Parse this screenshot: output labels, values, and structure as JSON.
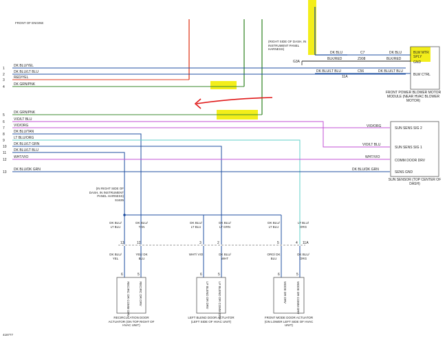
{
  "top_label": "FRONT OF ENGINE",
  "doc_id": "418777",
  "left_wires": [
    {
      "num": "1",
      "label": "DK BLU/YEL"
    },
    {
      "num": "2",
      "label": "DK BLU/LT BLU"
    },
    {
      "num": "3",
      "label": "RED/YEL"
    },
    {
      "num": "4",
      "label": "DK GRN/PNK"
    },
    {
      "num": "5",
      "label": "DK GRN/PNK"
    },
    {
      "num": "6",
      "label": "VIO/LT BLU"
    },
    {
      "num": "7",
      "label": "VIO/ORG"
    },
    {
      "num": "8",
      "label": "DK BLU/TAN"
    },
    {
      "num": "9",
      "label": "LT BLU/ORG"
    },
    {
      "num": "10",
      "label": "DK BLU/LT GRN"
    },
    {
      "num": "11",
      "label": "DK BLU/LT BLU"
    },
    {
      "num": "12",
      "label": "WHT/VIO"
    },
    {
      "num": "13",
      "label": "DK BLU/DK GRN"
    }
  ],
  "dash_note": "(RIGHT SIDE OF DASH, IN INSTRUMENT PANEL HARNESS)",
  "g3a": "G3A",
  "c7": "C7",
  "z908": "Z908",
  "c56": "C56",
  "mid_labels": {
    "a": "DK BLU",
    "b": "BLK/RED",
    "c": "DK BLU/LT BLU",
    "d": "11A"
  },
  "right_labels": {
    "a": "DK BLU",
    "b": "BLK/RED",
    "c": "DK BLU/LT BLU"
  },
  "blower_module": {
    "pins": [
      "BLW MTR",
      "SPLY",
      "GND",
      "BLW CTRL"
    ],
    "caption": "FRONT POWER BLOWER MOTOR MODULE (NEAR HVAC BLOWER MOTOR)"
  },
  "sun_sensor": {
    "pins": [
      "SUN SENS SIG 2",
      "SUN SENS SIG 1",
      "COMM DOOR DRV",
      "SENS GND"
    ],
    "wire_labels": [
      "VIO/ORG",
      "VIO/LT BLU",
      "WHT/VIO",
      "DK BLU/DK GRN"
    ],
    "caption": "SUN SENSOR (TOP CENTER OF DASH)"
  },
  "splice_note": "(IN RIGHT SIDE OF DASH, IN INSTRUMENT PANEL HARNESS) S1635",
  "upper_wire_labels": [
    "DK BLU/ LT BLU",
    "DK BLU/ TAN",
    "DK BLU/ LT BLU",
    "DK BLU/ LT GRN",
    "DK BLU/ LT BLU",
    "LT BLU/ ORG"
  ],
  "lower_wire_labels": [
    "DK BLU/ YEL",
    "YEL/ DK BLU",
    "WHT/ VIO",
    "DK BLU/ WHT",
    "ORG/ DK BLU",
    "DK BLU/ ORG"
  ],
  "pins_upper": [
    "13",
    "12",
    "3",
    "2",
    "5",
    "4"
  ],
  "pins_lower": [
    "6",
    "5",
    "6",
    "5",
    "6",
    "5"
  ],
  "conn_11a": "11A",
  "actuators": [
    {
      "lbl1": "RECIRC DR COMM DRV",
      "lbl2": "RECIRC DR DRV",
      "caption": "RECIRCULATION DOOR ACTUATOR (ON TOP RIGHT OF HVAC UNIT)"
    },
    {
      "lbl1": "LF BLEND DR DRV",
      "lbl2": "LF BLEND DR COMM DRV",
      "caption": "LEFT BLEND DOOR ACTUATOR (LEFT SIDE OF HVAC UNIT)"
    },
    {
      "lbl1": "MODE DR DRV",
      "lbl2": "MODE DR COMM DRV",
      "caption": "FRONT MODE DOOR ACTUATOR (ON LOWER LEFT SIDE OF HVAC UNIT)"
    }
  ],
  "colors": {
    "blue": "#1f4fa0",
    "red": "#e03a1e",
    "green": "#3b8a2e",
    "violet": "#c24fd6",
    "teal": "#5fd0c8",
    "highlight": "#f3ee1a",
    "arrow": "#e01818"
  }
}
